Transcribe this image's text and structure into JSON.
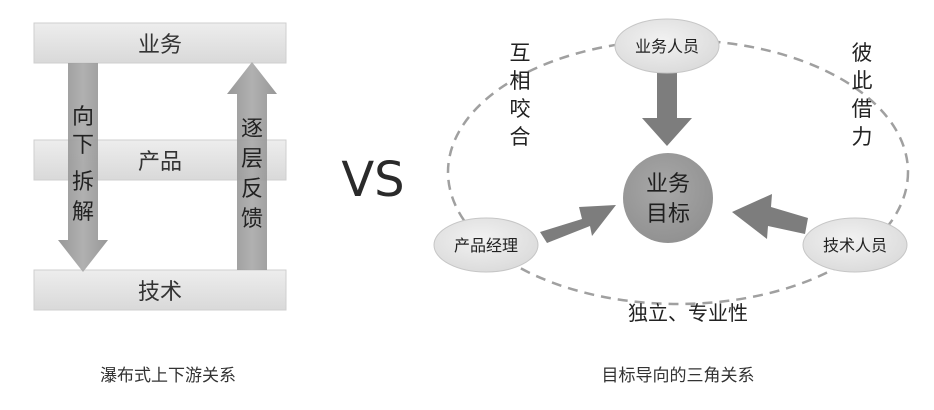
{
  "left": {
    "layers": {
      "top": "业务",
      "middle": "产品",
      "bottom": "技术"
    },
    "down_arrow_text": [
      "向",
      "下",
      "拆",
      "解"
    ],
    "up_arrow_text": [
      "逐",
      "层",
      "反",
      "馈"
    ],
    "caption": "瀑布式上下游关系"
  },
  "vs": "VS",
  "right": {
    "center": [
      "业务",
      "目标"
    ],
    "top_node": "业务人员",
    "left_node": "产品经理",
    "right_node": "技术人员",
    "left_annotation": [
      "互",
      "相",
      "咬",
      "合"
    ],
    "right_annotation": [
      "彼",
      "此",
      "借",
      "力"
    ],
    "bottom_annotation": "独立、专业性",
    "caption": "目标导向的三角关系"
  },
  "colors": {
    "layer_fill": "#e3e3e3",
    "arrow_gray": "#9a9a9a",
    "dark_arrow": "#7a7a7a",
    "center_fill": "#9b9b9b",
    "node_fill": "#e6e6e6",
    "dashed_ring": "#9a9a9a"
  }
}
